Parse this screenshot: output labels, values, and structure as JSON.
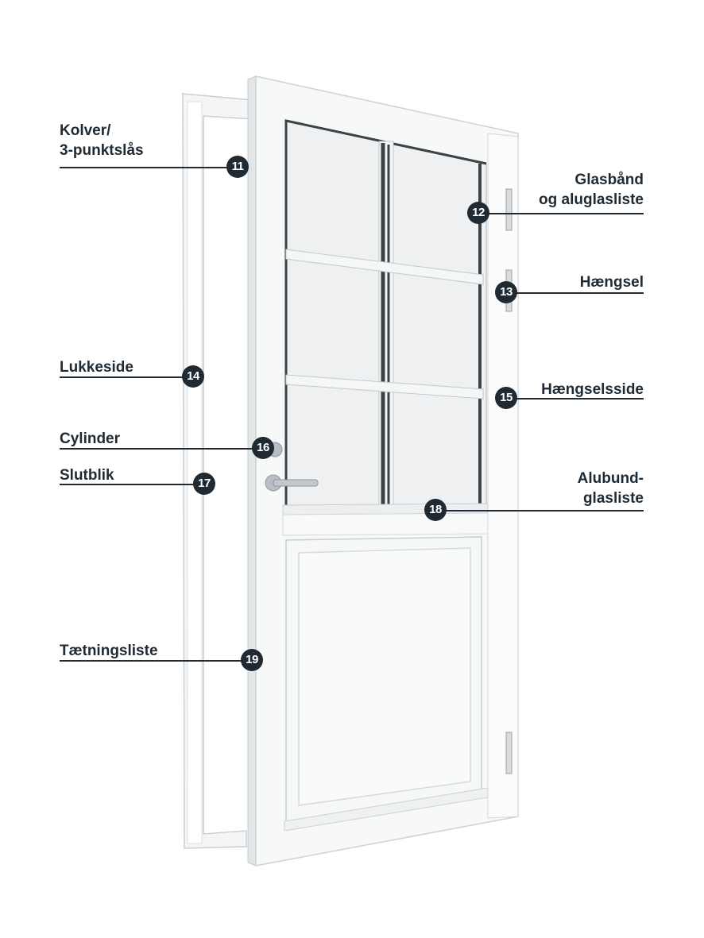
{
  "colors": {
    "ink": "#1f2a33",
    "door_white": "#f7f8f8",
    "door_edge": "#d5d9dc",
    "glass": "#eef0f1",
    "glazing_bar": "#3b4348"
  },
  "callouts": [
    {
      "id": "c11",
      "number": "11",
      "label_lines": [
        "Kolver/",
        "3-punktslås"
      ]
    },
    {
      "id": "c12",
      "number": "12",
      "label_lines": [
        "Glasbånd",
        "og aluglasliste"
      ]
    },
    {
      "id": "c13",
      "number": "13",
      "label_lines": [
        "Hængsel"
      ]
    },
    {
      "id": "c14",
      "number": "14",
      "label_lines": [
        "Lukkeside"
      ]
    },
    {
      "id": "c15",
      "number": "15",
      "label_lines": [
        "Hængselsside"
      ]
    },
    {
      "id": "c16",
      "number": "16",
      "label_lines": [
        "Cylinder"
      ]
    },
    {
      "id": "c17",
      "number": "17",
      "label_lines": [
        "Slutblik"
      ]
    },
    {
      "id": "c18",
      "number": "18",
      "label_lines": [
        "Alubund-",
        "glasliste"
      ]
    },
    {
      "id": "c19",
      "number": "19",
      "label_lines": [
        "Tætningsliste"
      ]
    }
  ]
}
